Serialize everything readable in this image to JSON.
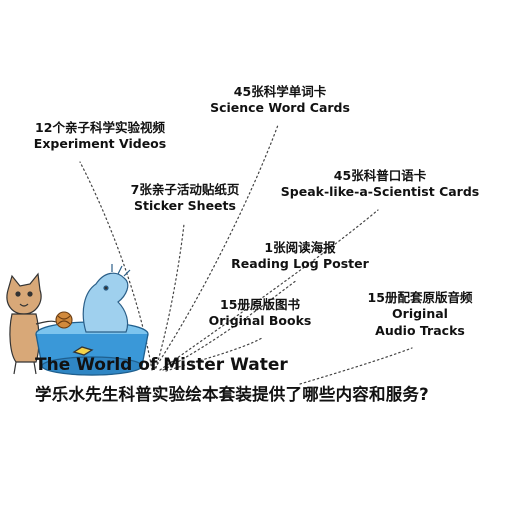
{
  "items": {
    "science_cards": {
      "zh": "45张科学单词卡",
      "en": "Science Word Cards"
    },
    "videos": {
      "zh": "12个亲子科学实验视频",
      "en": "Experiment Videos"
    },
    "stickers": {
      "zh": "7张亲子活动贴纸页",
      "en": "Sticker Sheets"
    },
    "speak_cards": {
      "zh": "45张科普口语卡",
      "en": "Speak-like-a-Scientist Cards"
    },
    "log_poster": {
      "zh": "1张阅读海报",
      "en": "Reading Log Poster"
    },
    "audio": {
      "zh": "15册配套原版音频",
      "en_line1": "Original",
      "en_line2": "Audio Tracks"
    },
    "books": {
      "zh": "15册原版图书",
      "en": "Original Books"
    }
  },
  "title": "The World of Mister Water",
  "question": "学乐水先生科普实验绘本套装提供了哪些内容和服务?",
  "colors": {
    "line": "#444444",
    "water": "#4aa8e0",
    "bowl": "#3a98d8",
    "cat": "#d8a878",
    "figure": "#9fd0ee"
  }
}
